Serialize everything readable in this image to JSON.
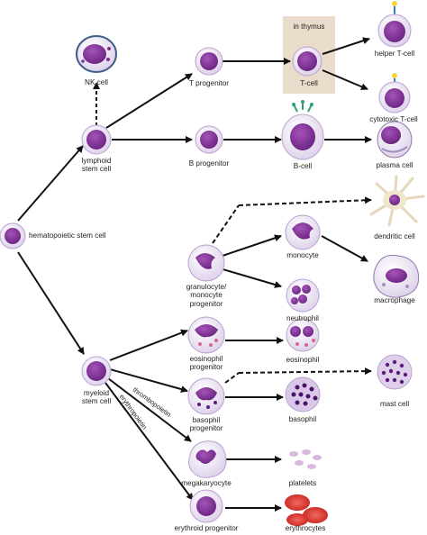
{
  "labels": {
    "hsc": "hematopoietic stem cell",
    "lymphoid_line1": "lymphoid",
    "lymphoid_line2": "stem cell",
    "myeloid_line1": "myeloid",
    "myeloid_line2": "stem cell",
    "nk_cell": "NK cell",
    "t_progenitor": "T progenitor",
    "b_progenitor": "B progenitor",
    "in_thymus": "in thymus",
    "t_cell": "T-cell",
    "helper_t_cell": "helper T-cell",
    "cytotoxic_t_cell": "cytotoxic T-cell",
    "b_cell": "B-cell",
    "plasma_cell": "plasma cell",
    "dendritic_cell": "dendritic cell",
    "gm_line1": "granulocyte/",
    "gm_line2": "monocyte",
    "gm_line3": "progenitor",
    "monocyte": "monocyte",
    "macrophage": "macrophage",
    "neutrophil": "neutrophil",
    "eos_prog_line1": "eosinophil",
    "eos_prog_line2": "progenitor",
    "eosinophil": "eosinophil",
    "mast_cell": "mast cell",
    "baso_prog_line1": "basophil",
    "baso_prog_line2": "progenitor",
    "basophil": "basophil",
    "megakaryocyte": "megakaryocyte",
    "platelets": "platelets",
    "erythroid_progenitor": "erythroid progenitor",
    "erythrocytes": "erythrocytes",
    "thrombopoietin": "thrombopoietin",
    "erythropoietin": "erythropoietin"
  },
  "colors": {
    "arrow": "#111111",
    "thymus_box": "#e9dccb",
    "membrane": "#d8c8e8",
    "nucleus": "#7a2f8f",
    "rbc": "#d9302c"
  }
}
